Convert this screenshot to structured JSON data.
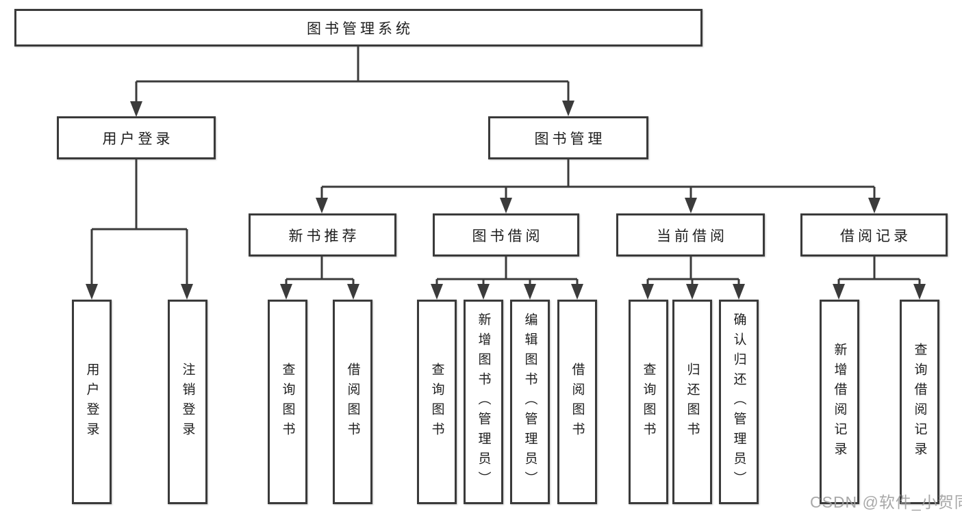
{
  "tree": {
    "root": {
      "label": "图书管理系统"
    },
    "login": {
      "label": "用户登录",
      "children": [
        "用户登录",
        "注销登录"
      ]
    },
    "manage": {
      "label": "图书管理",
      "groups": [
        {
          "label": "新书推荐",
          "children": [
            "查询图书",
            "借阅图书"
          ]
        },
        {
          "label": "图书借阅",
          "children": [
            "查询图书",
            "新增图书（管理员）",
            "编辑图书（管理员）",
            "借阅图书"
          ]
        },
        {
          "label": "当前借阅",
          "children": [
            "查询图书",
            "归还图书",
            "确认归还（管理员）"
          ]
        },
        {
          "label": "借阅记录",
          "children": [
            "新增借阅记录",
            "查询借阅记录"
          ]
        }
      ]
    }
  },
  "watermark": {
    "text": "CSDN @软件_小贺同学"
  },
  "colors": {
    "line": "#3b3b3b",
    "box_border": "#3a3a3a",
    "text": "#1e1e1e",
    "watermark": "#9e9e9e",
    "background": "#ffffff"
  }
}
